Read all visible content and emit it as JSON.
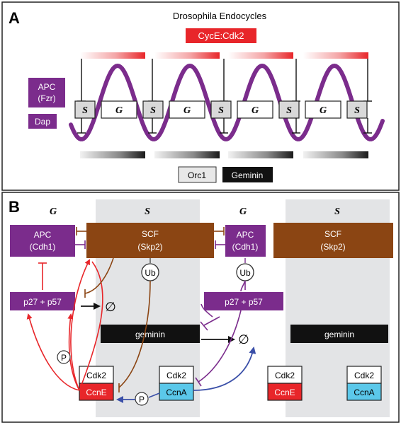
{
  "panel_a": {
    "letter": "A",
    "title": "Drosophila Endocycles",
    "cyce_label": "CycE:Cdk2",
    "apc_line1": "APC",
    "apc_line2": "(Fzr)",
    "dap_label": "Dap",
    "phases": [
      "S",
      "G",
      "S",
      "G",
      "S",
      "G",
      "S",
      "G",
      "S"
    ],
    "orc1_label": "Orc1",
    "geminin_label": "Geminin"
  },
  "panel_b": {
    "letter": "B",
    "col_g1": "G",
    "col_s1": "S",
    "col_g2": "G",
    "col_s2": "S",
    "apc1_line1": "APC",
    "apc1_line2": "(Cdh1)",
    "scf1_line1": "SCF",
    "scf1_line2": "(Skp2)",
    "apc2_line1": "APC",
    "apc2_line2": "(Cdh1)",
    "scf2_line1": "SCF",
    "scf2_line2": "(Skp2)",
    "ub1": "Ub",
    "ub2": "Ub",
    "p27_1": "p27 + p57",
    "p27_2": "p27 + p57",
    "null1": "∅",
    "null2": "∅",
    "geminin1": "geminin",
    "geminin2": "geminin",
    "p1": "P",
    "p2": "P",
    "cdk2_1": "Cdk2",
    "ccne_1": "CcnE",
    "cdk2_2": "Cdk2",
    "ccna_1": "CcnA",
    "cdk2_3": "Cdk2",
    "ccne_2": "CcnE",
    "cdk2_4": "Cdk2",
    "ccna_2": "CcnA"
  },
  "colors": {
    "purple": "#7b2c8c",
    "brown": "#8b4513",
    "red": "#e8262a",
    "cyan": "#5bc8ea",
    "blue": "#3a4fa8",
    "gray_band": "#e3e4e6",
    "black": "#111111"
  }
}
